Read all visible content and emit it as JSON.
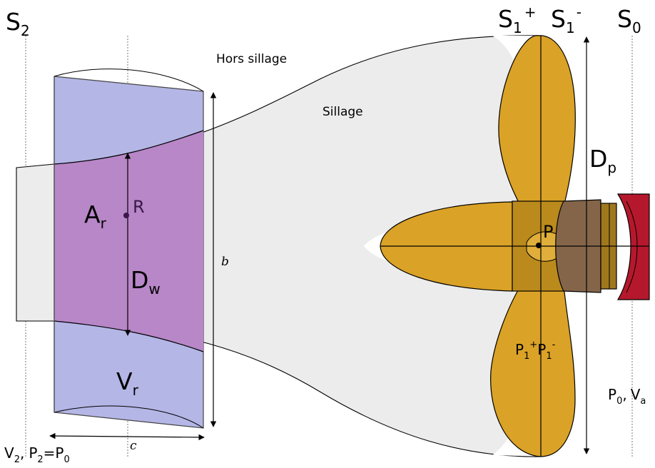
{
  "labels": {
    "s2": {
      "main": "S",
      "sub": "2"
    },
    "s1_plus": {
      "main": "S",
      "sub": "1",
      "sup": "+"
    },
    "s1_minus": {
      "main": "S",
      "sub": "1",
      "sup": "-"
    },
    "s0": {
      "main": "S",
      "sub": "0"
    },
    "hors_sillage": "Hors sillage",
    "sillage": "Sillage",
    "dp": {
      "main": "D",
      "sub": "p"
    },
    "ar": {
      "main": "A",
      "sub": "r"
    },
    "r": "R",
    "dw": {
      "main": "D",
      "sub": "w"
    },
    "vr": {
      "main": "V",
      "sub": "r"
    },
    "b": "b",
    "c": "c",
    "p": "P",
    "p1": {
      "a": "P",
      "a_sub": "1",
      "a_sup": "+",
      "b": "P",
      "b_sub": "1",
      "b_sup": "-"
    },
    "p0va": {
      "a": "P",
      "a_sub": "0",
      "sep": ",",
      "b": "V",
      "b_sub": "a"
    },
    "v2p2": {
      "a": "V",
      "a_sub": "2",
      "sep": ",",
      "b": "P",
      "b_sub": "2",
      "eq": "=P",
      "c_sub": "0"
    }
  },
  "colors": {
    "wake_fill": "#ececec",
    "rotor_blue": "#b4b6e6",
    "rotor_purple": "#b887c8",
    "blade_gold": "#daa226",
    "hub_gold": "#bb8a1d",
    "hub_dark": "#a0781c",
    "shaft_brown": "#85654a",
    "flange_red": "#b5182c",
    "point_dark": "#3a1948"
  }
}
